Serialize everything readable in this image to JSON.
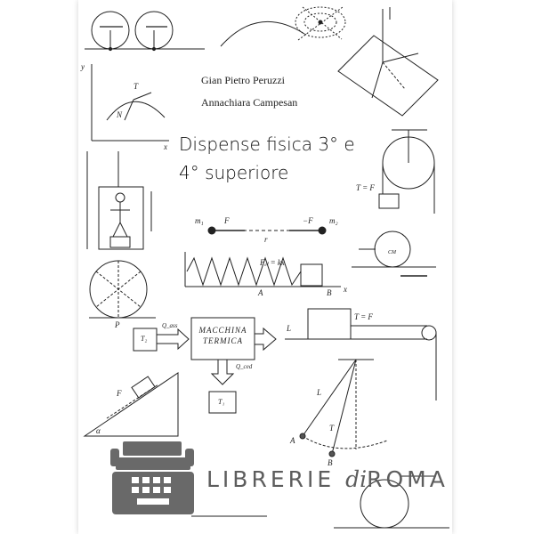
{
  "cover": {
    "authors": [
      "Gian Pietro Peruzzi",
      "Annachiara Campesan"
    ],
    "title_line1": "Dispense fisica 3° e",
    "title_line2": "4° superiore"
  },
  "watermark": {
    "brand_left": "LIBRERIE ",
    "brand_di": "di",
    "brand_right": "ROMA",
    "logo": "typewriter-icon",
    "color": "#5d5d5d"
  },
  "diagram_labels": {
    "force_f": "F",
    "force_minus_f": "−F",
    "mass1": "m₁",
    "mass2": "m₂",
    "distance_r": "r",
    "elastic_force": "Fₑₗ = kx",
    "point_a": "A",
    "point_b": "B",
    "axis_x": "x",
    "axis_y": "y",
    "tension_eq": "T = F",
    "machine_line1": "MACCHINA",
    "machine_line2": "TERMICA",
    "reservoir_t2": "T₂",
    "reservoir_t1": "T₁",
    "heat_in": "Q_ass",
    "heat_out": "Q_ced",
    "work_l": "L",
    "pendulum_l": "L",
    "tension_t": "T",
    "vector_t": "T",
    "vector_n": "N",
    "vector_p": "P",
    "alpha": "α",
    "cm": "CM"
  }
}
